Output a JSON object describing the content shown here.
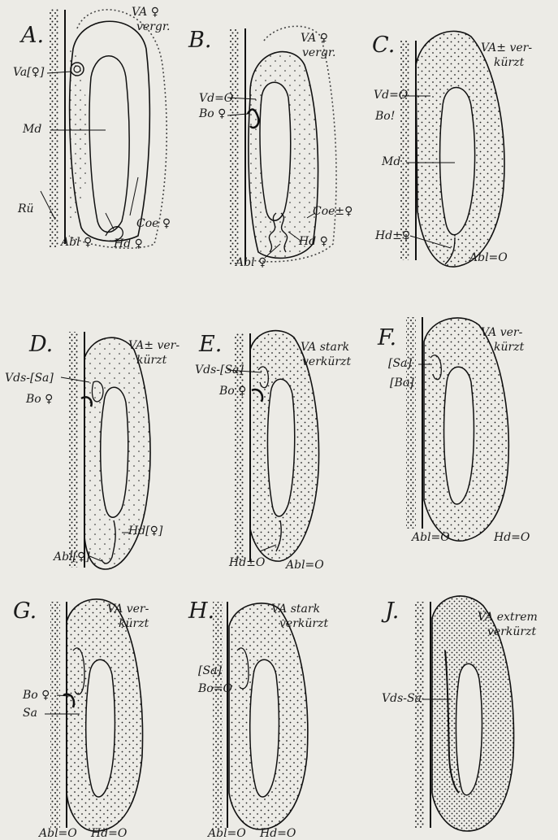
{
  "panels": {
    "A": {
      "letter": "A.",
      "va_1": "VA ♀",
      "va_2": "vergr.",
      "labels": [
        "Va[♀]",
        "Md",
        "Rü",
        "Coe ♀",
        "Abl ♀",
        "Hd ♀"
      ]
    },
    "B": {
      "letter": "B.",
      "va_1": "VA ♀",
      "va_2": "vergr.",
      "labels": [
        "Vd=O",
        "Bo ♀",
        "Coe±♀",
        "Abl ♀",
        "Hd ♀"
      ]
    },
    "C": {
      "letter": "C.",
      "va_1": "VA± ver-",
      "va_2": "kürzt",
      "labels": [
        "Vd=O",
        "Bo!",
        "Md",
        "Hd±♀",
        "Abl=O"
      ]
    },
    "D": {
      "letter": "D.",
      "va_1": "VA± ver-",
      "va_2": "kürzt",
      "labels": [
        "Vds-[Sa]",
        "Bo ♀",
        "Hd[♀]",
        "Abl[♀]"
      ]
    },
    "E": {
      "letter": "E.",
      "va_1": "VA stark",
      "va_2": "verkürzt",
      "labels": [
        "Vds-[Sa]",
        "Bo ♀",
        "Hd±O",
        "Abl=O"
      ]
    },
    "F": {
      "letter": "F.",
      "va_1": "VA ver-",
      "va_2": "kürzt",
      "labels": [
        "[Sa]",
        "[Bo]",
        "Abl=O",
        "Hd=O"
      ]
    },
    "G": {
      "letter": "G.",
      "va_1": "VA ver-",
      "va_2": "kürzt",
      "labels": [
        "Bo ♀",
        "Sa",
        "Abl=O",
        "Hd=O"
      ]
    },
    "H": {
      "letter": "H.",
      "va_1": "VA stark",
      "va_2": "verkürzt",
      "labels": [
        "[Sa]",
        "Bo=O",
        "Abl=O",
        "Hd=O"
      ]
    },
    "J": {
      "letter": "J.",
      "va_1": "VA extrem",
      "va_2": "verkürzt",
      "labels": [
        "Vds-Sa"
      ]
    }
  }
}
